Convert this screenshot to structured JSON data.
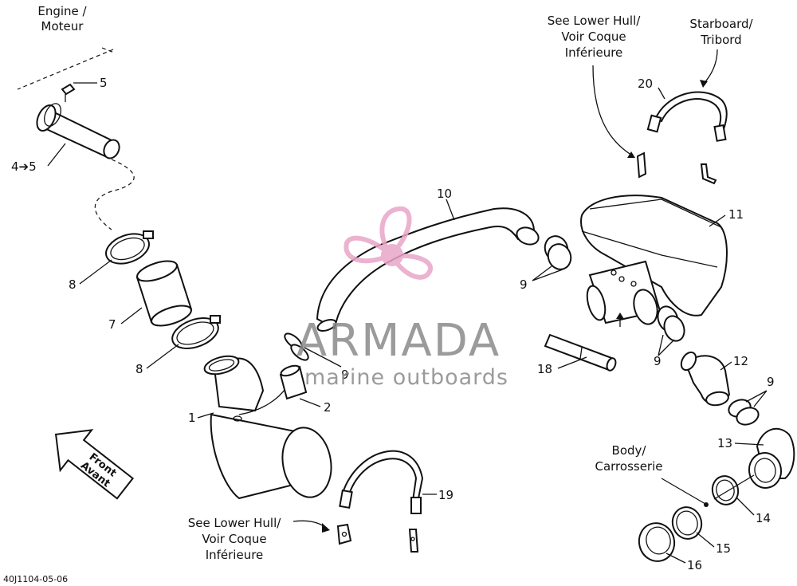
{
  "labels": {
    "engine": [
      "Engine /",
      "Moteur"
    ],
    "lower_hull_top": [
      "See Lower Hull/",
      "Voir Coque",
      "Inférieure"
    ],
    "starboard": [
      "Starboard/",
      "Tribord"
    ],
    "front": [
      "Front",
      "Avant"
    ],
    "lower_hull_bottom": [
      "See Lower Hull/",
      "Voir Coque",
      "Inférieure"
    ],
    "body": [
      "Body/",
      "Carrosserie"
    ],
    "drawing_code": "40J1104-05-06"
  },
  "callouts": {
    "c5": "5",
    "c4_5": "4➔5",
    "c8a": "8",
    "c7": "7",
    "c8b": "8",
    "c1": "1",
    "c2": "2",
    "c9a": "9",
    "c10": "10",
    "c11": "11",
    "c9b": "9",
    "c18": "18",
    "c9c": "9",
    "c12": "12",
    "c9d": "9",
    "c13": "13",
    "c20": "20",
    "c19": "19",
    "c14": "14",
    "c15": "15",
    "c16": "16"
  },
  "watermark": {
    "brand": "ARMADA",
    "tagline": "marine outboards",
    "colors": {
      "propeller": "#e8a6c8",
      "text": "#8a8a8a"
    }
  }
}
